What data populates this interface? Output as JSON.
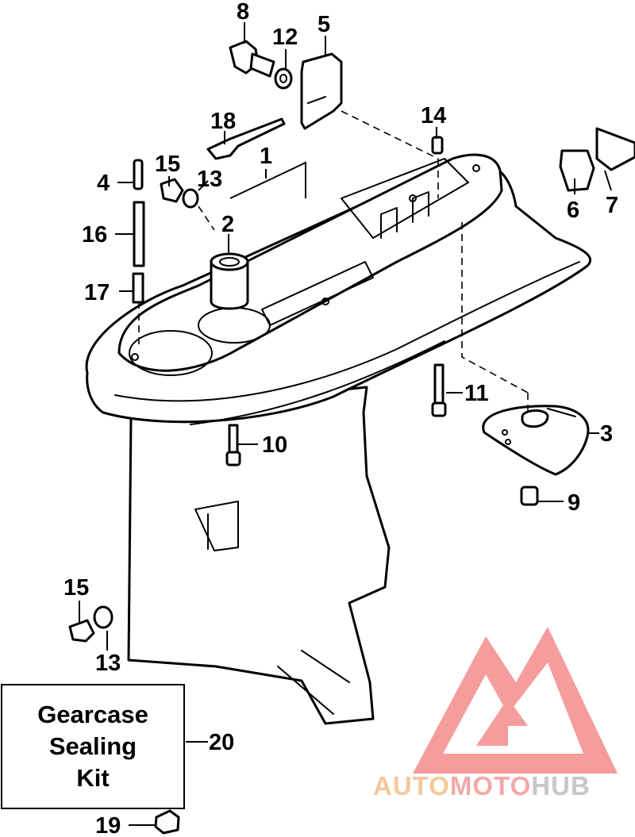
{
  "callouts": {
    "c1": "1",
    "c2": "2",
    "c3": "3",
    "c4": "4",
    "c5": "5",
    "c6": "6",
    "c7": "7",
    "c8": "8",
    "c9": "9",
    "c10": "10",
    "c11": "11",
    "c12": "12",
    "c13a": "13",
    "c13b": "13",
    "c14": "14",
    "c15a": "15",
    "c15b": "15",
    "c16": "16",
    "c17": "17",
    "c18": "18",
    "c19": "19",
    "c20": "20"
  },
  "kit": {
    "label": "Gearcase\nSealing\nKit"
  },
  "watermark": {
    "word1": "AUTO",
    "word2": "MOTO",
    "word3": "HUB",
    "colors": {
      "auto": "#f6c69a",
      "moto": "#f4a8a8",
      "hub": "#c7c7c7",
      "triangle": "#f27e7e"
    }
  }
}
